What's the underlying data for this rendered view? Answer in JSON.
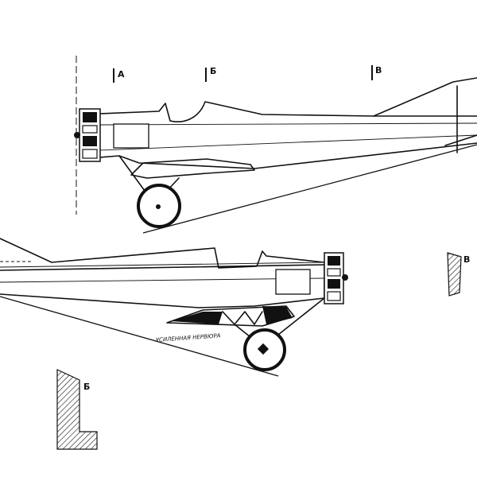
{
  "drawing": {
    "stations": {
      "a": "А",
      "b": "Б",
      "c": "В"
    },
    "section_b_label": "Б",
    "section_v_label": "В",
    "note": "УСИЛЕННАЯ НЕРВЮРА"
  }
}
